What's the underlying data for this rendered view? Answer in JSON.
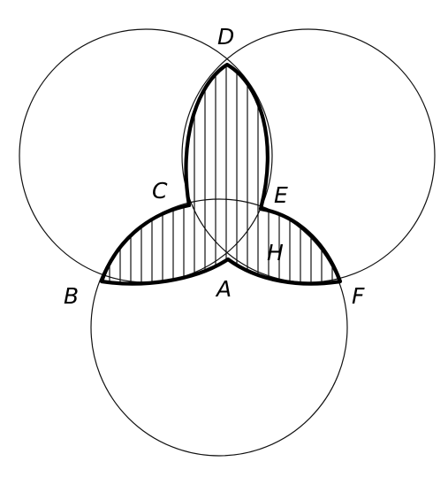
{
  "diagram": {
    "points": {
      "A": "A",
      "B": "B",
      "C": "C",
      "D": "D",
      "E": "E",
      "F": "F",
      "H": "H"
    },
    "colors": {
      "stroke": "#000000",
      "background": "#ffffff"
    }
  }
}
